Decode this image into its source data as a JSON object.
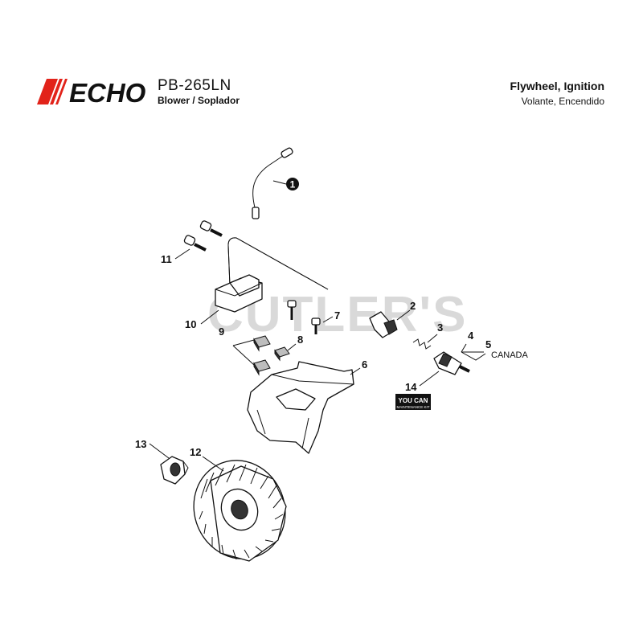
{
  "header": {
    "brand": "ECHO",
    "model": "PB-265LN",
    "subtitle": "Blower / Soplador",
    "section_title": "Flywheel, Ignition",
    "section_subtitle": "Volante, Encendido"
  },
  "watermark": "CUTLER'S",
  "callouts": [
    "1",
    "2",
    "3",
    "4",
    "5",
    "6",
    "7",
    "8",
    "9",
    "10",
    "11",
    "12",
    "13",
    "14"
  ],
  "notes": {
    "canada": "CANADA",
    "kit_line1": "YOU CAN",
    "kit_line2": "MAINTENANCE KIT"
  },
  "colors": {
    "logo_red": "#e2231a",
    "watermark": "#d9d9d9",
    "ink": "#111111"
  }
}
